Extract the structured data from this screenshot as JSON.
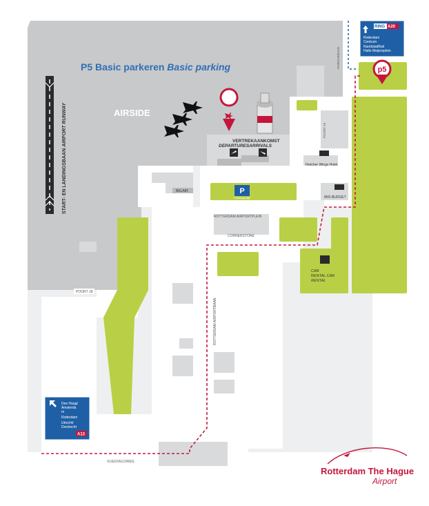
{
  "title": {
    "main": "P5 Basic parkeren",
    "italic": "Basic parking"
  },
  "labels": {
    "airside": "AIRSIDE",
    "runway": "START- EN LANDINGSBAAN",
    "runway_en": "AIRPORT RUNWAY",
    "vertrek": "VERTREKAANKOMST",
    "departures": "DEPARTURESARRIVALS",
    "fletcher": "Fletcher Wings Hotel",
    "belair": "BELAIR",
    "ibis": "IBIS BUDGET",
    "airportplein": "ROTTERDAM AIRPORTPLEIN",
    "cornerstone": "CORNERSTONE",
    "car_rental_nl": "CAR",
    "car_rental_nl2": "RENTAL CAR",
    "car_rental_en": "RENTAL",
    "poort18": "POORT 18",
    "poort19": "POORT 19",
    "airportbaan": "ROTTERDAM AIRPORTBAAN",
    "vliegveldweg": "VLIEGVELDWEG",
    "fairoukbaan": "FAIROUKBAAN",
    "p5": "p5",
    "parking_sign": "P",
    "parking_sub": "Parkeergarage"
  },
  "sign_ring": {
    "ring_label": "RING",
    "ring_road": "A20",
    "line1": "Rotterdam",
    "line2": "Centrum",
    "line3": "RandstadRail",
    "line4": "Halte Meijersplein"
  },
  "sign_a13": {
    "line1": "Den Haag/",
    "line2": "Amsterda",
    "line3": "m",
    "line4": "Rotterdam",
    "line5": "Utrecht/",
    "line6": "Dordrecht",
    "road": "A13"
  },
  "logo": {
    "name": "Rotterdam The Hague",
    "sub": "Airport"
  },
  "colors": {
    "airside_gray": "#c8c9cb",
    "road_white": "#ffffff",
    "green": "#b9d046",
    "blue_title": "#2f6eb5",
    "route_red": "#c4163b",
    "sign_blue": "#1f5fa6",
    "pin_red": "#c4163b",
    "building_gray": "#d9dadc",
    "dark_text": "#5a5b5d"
  },
  "icons": [
    "plane-icon",
    "location-pin-icon",
    "parking-icon",
    "car-icon",
    "bed-icon",
    "arrow-up-icon",
    "arrow-diagonal-icon"
  ]
}
